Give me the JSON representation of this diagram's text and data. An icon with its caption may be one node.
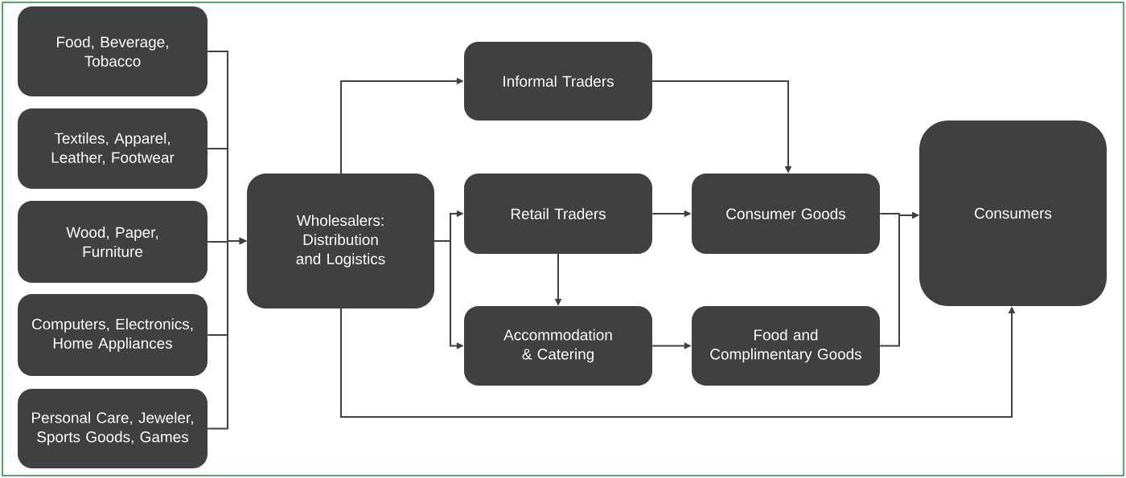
{
  "diagram": {
    "nodes": [
      {
        "text": [
          "Food, Beverage, Tobacco"
        ]
      },
      {
        "text": [
          "Textiles, Apparel, Leather, Footwear"
        ]
      },
      {
        "text": [
          "Wood, Paper, Furniture"
        ]
      },
      {
        "text": [
          "Computers, Electronics, Home Appliances"
        ]
      },
      {
        "text": [
          "Personal Care, Jeweler, Sports Goods, Games"
        ]
      },
      {
        "text": [
          "Wholesalers: Distribution and Logistics"
        ]
      },
      {
        "text": [
          "Informal Traders"
        ]
      },
      {
        "text": [
          "Retail Traders"
        ]
      },
      {
        "text": [
          "Consumer Goods"
        ]
      },
      {
        "text": [
          "Consumers"
        ]
      },
      {
        "text": [
          "Accommodation & Catering"
        ]
      },
      {
        "text": [
          "Food and Complimentary Goods"
        ]
      }
    ],
    "edges": [
      {
        "from": 0,
        "to": 5,
        "arrow": "to"
      },
      {
        "from": 1,
        "to": 5,
        "arrow": "to"
      },
      {
        "from": 2,
        "to": 5,
        "arrow": "to"
      },
      {
        "from": 3,
        "to": 5,
        "arrow": "to"
      },
      {
        "from": 4,
        "to": 5,
        "arrow": "to"
      },
      {
        "from": 5,
        "to": 6,
        "arrow": "to"
      },
      {
        "from": 5,
        "to": 7,
        "arrow": "to"
      },
      {
        "from": 5,
        "to": 10,
        "arrow": "to"
      },
      {
        "from": 6,
        "to": 8,
        "arrow": "to"
      },
      {
        "from": 7,
        "to": 8,
        "arrow": "to"
      },
      {
        "from": 7,
        "to": 10,
        "arrow": "to"
      },
      {
        "from": 10,
        "to": 11,
        "arrow": "to"
      },
      {
        "from": 8,
        "to": 9,
        "arrow": "to"
      },
      {
        "from": 11,
        "to": 9,
        "arrow": "to"
      },
      {
        "from": 5,
        "to": 9,
        "arrow": "to"
      }
    ]
  }
}
